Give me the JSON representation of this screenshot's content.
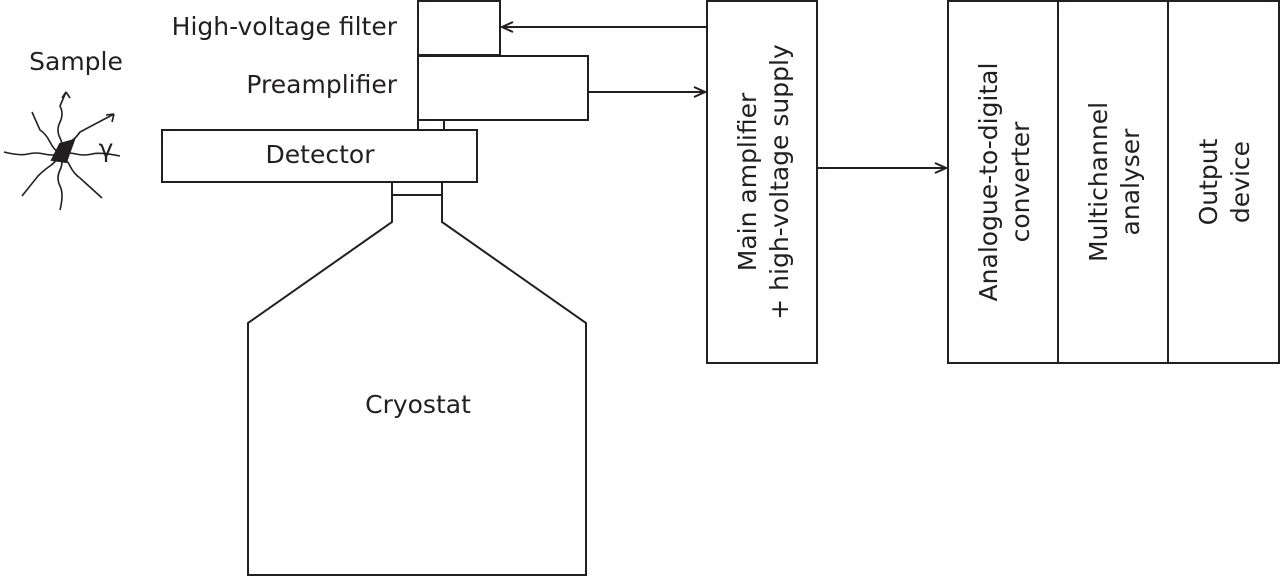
{
  "sample": {
    "label": "Sample",
    "gamma_symbol": "γ"
  },
  "labels": {
    "high_voltage_filter": "High-voltage filter",
    "preamplifier": "Preamplifier",
    "detector": "Detector",
    "cryostat": "Cryostat"
  },
  "main_amplifier": {
    "line1": "Main amplifier",
    "line2": "+ high-voltage supply"
  },
  "analysis_chain": {
    "adc": {
      "line1": "Analogue-to-digital",
      "line2": "converter"
    },
    "mca": {
      "line1": "Multichannel",
      "line2": "analyser"
    },
    "output": {
      "line1": "Output",
      "line2": "device"
    }
  }
}
